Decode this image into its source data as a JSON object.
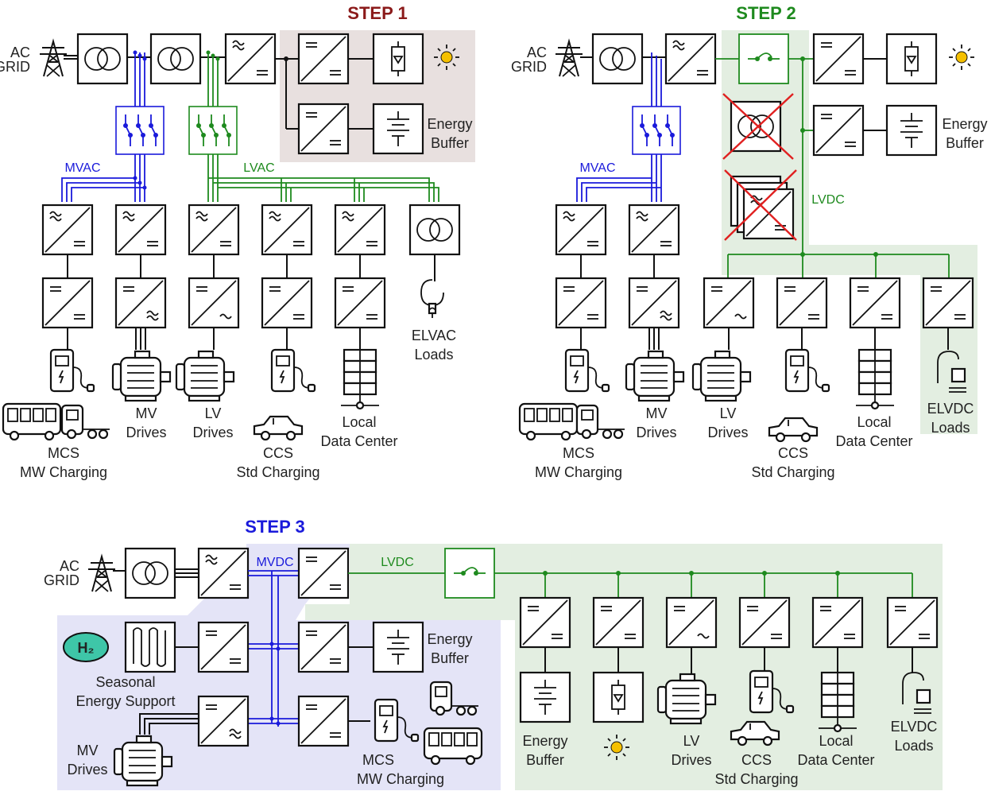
{
  "colors": {
    "step1": "#8b1a1a",
    "step2": "#1e8a1e",
    "step3": "#1a1adb",
    "mv": "#1a1adb",
    "lv": "#1e8a1e",
    "step1_bg": "#e8e0df",
    "lvdc_bg": "#e3eee1",
    "mvdc_bg": "#e4e4f7",
    "cross": "#e02020",
    "sun": "#f5c000",
    "h2": "#3ec6a8"
  },
  "step1": {
    "title": "STEP 1",
    "ac_grid": [
      "AC",
      "GRID"
    ],
    "energy_buffer": [
      "Energy",
      "Buffer"
    ],
    "mvac": "MVAC",
    "lvac": "LVAC",
    "elvac_loads": [
      "ELVAC",
      "Loads"
    ],
    "mv_drives": [
      "MV",
      "Drives"
    ],
    "lv_drives": [
      "LV",
      "Drives"
    ],
    "mcs": [
      "MCS",
      "MW Charging"
    ],
    "ccs": [
      "CCS",
      "Std Charging"
    ],
    "local_dc": [
      "Local",
      "Data Center"
    ]
  },
  "step2": {
    "title": "STEP 2",
    "ac_grid": [
      "AC",
      "GRID"
    ],
    "energy_buffer": [
      "Energy",
      "Buffer"
    ],
    "mvac": "MVAC",
    "lvdc": "LVDC",
    "elvdc_loads": [
      "ELVDC",
      "Loads"
    ],
    "mv_drives": [
      "MV",
      "Drives"
    ],
    "lv_drives": [
      "LV",
      "Drives"
    ],
    "mcs": [
      "MCS",
      "MW Charging"
    ],
    "ccs": [
      "CCS",
      "Std Charging"
    ],
    "local_dc": [
      "Local",
      "Data Center"
    ]
  },
  "step3": {
    "title": "STEP 3",
    "ac_grid": [
      "AC",
      "GRID"
    ],
    "mvdc": "MVDC",
    "lvdc": "LVDC",
    "energy_buffer": [
      "Energy",
      "Buffer"
    ],
    "seasonal": [
      "Seasonal",
      "Energy Support"
    ],
    "h2": "H₂",
    "mv_drives": [
      "MV",
      "Drives"
    ],
    "mcs": [
      "MCS",
      "MW Charging"
    ],
    "energy_buffer_lv": [
      "Energy",
      "Buffer"
    ],
    "lv_drives": [
      "LV",
      "Drives"
    ],
    "ccs": [
      "CCS",
      "Std Charging"
    ],
    "local_dc": [
      "Local",
      "Data Center"
    ],
    "elvdc_loads": [
      "ELVDC",
      "Loads"
    ]
  }
}
